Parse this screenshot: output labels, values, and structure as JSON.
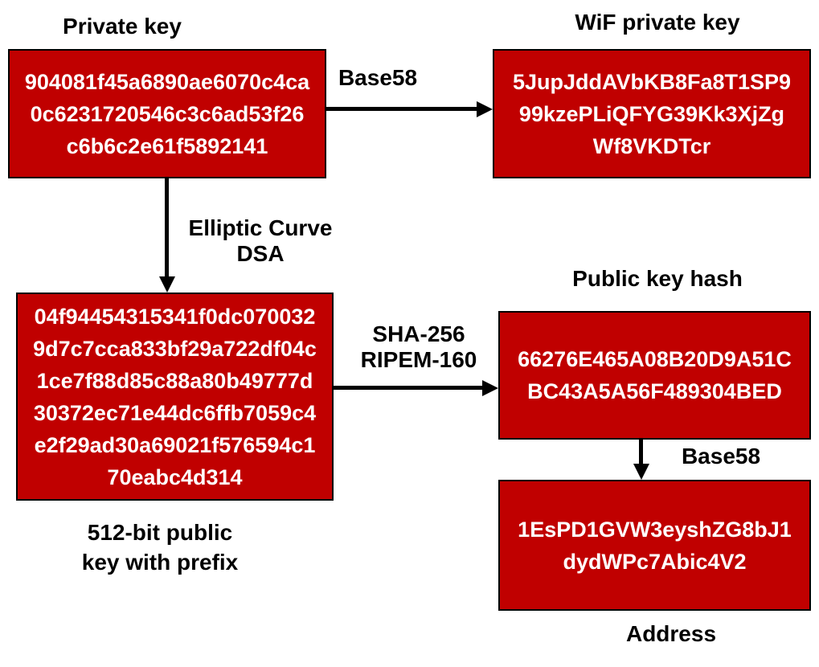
{
  "colors": {
    "background": "#FFFFFF",
    "box_fill": "#C00000",
    "box_border": "#000000",
    "box_text": "#FFFFFF",
    "label_text": "#000000",
    "arrow": "#000000"
  },
  "boxes": {
    "private_key": {
      "title": "Private key",
      "lines": [
        "904081f45a6890ae6070c4ca",
        "0c6231720546c3c6ad53f26",
        "c6b6c2e61f5892141"
      ]
    },
    "wif_private_key": {
      "title": "WiF private key",
      "lines": [
        "5JupJddAVbKB8Fa8T1SP9",
        "99kzePLiQFYG39Kk3XjZg",
        "Wf8VKDTcr"
      ]
    },
    "public_key": {
      "caption_lines": [
        "512-bit public",
        "key with prefix"
      ],
      "lines": [
        "04f94454315341f0dc070032",
        "9d7c7cca833bf29a722df04c",
        "1ce7f88d85c88a80b49777d",
        "30372ec71e44dc6ffb7059c4",
        "e2f29ad30a69021f576594c1",
        "70eabc4d314"
      ]
    },
    "public_key_hash": {
      "title": "Public key hash",
      "lines": [
        "66276E465A08B20D9A51C",
        "BC43A5A56F489304BED"
      ]
    },
    "address": {
      "caption": "Address",
      "lines": [
        "1EsPD1GVW3eyshZG8bJ1",
        "dydWPc7Abic4V2"
      ]
    }
  },
  "arrows": {
    "base58_top": {
      "label": "Base58",
      "from": "private_key",
      "to": "wif_private_key",
      "direction": "right"
    },
    "ecdsa": {
      "label_lines": [
        "Elliptic Curve",
        "DSA"
      ],
      "from": "private_key",
      "to": "public_key",
      "direction": "down"
    },
    "sha_ripem": {
      "label_lines": [
        "SHA-256",
        "RIPEM-160"
      ],
      "from": "public_key",
      "to": "public_key_hash",
      "direction": "right"
    },
    "base58_bottom": {
      "label": "Base58",
      "from": "public_key_hash",
      "to": "address",
      "direction": "down"
    }
  }
}
